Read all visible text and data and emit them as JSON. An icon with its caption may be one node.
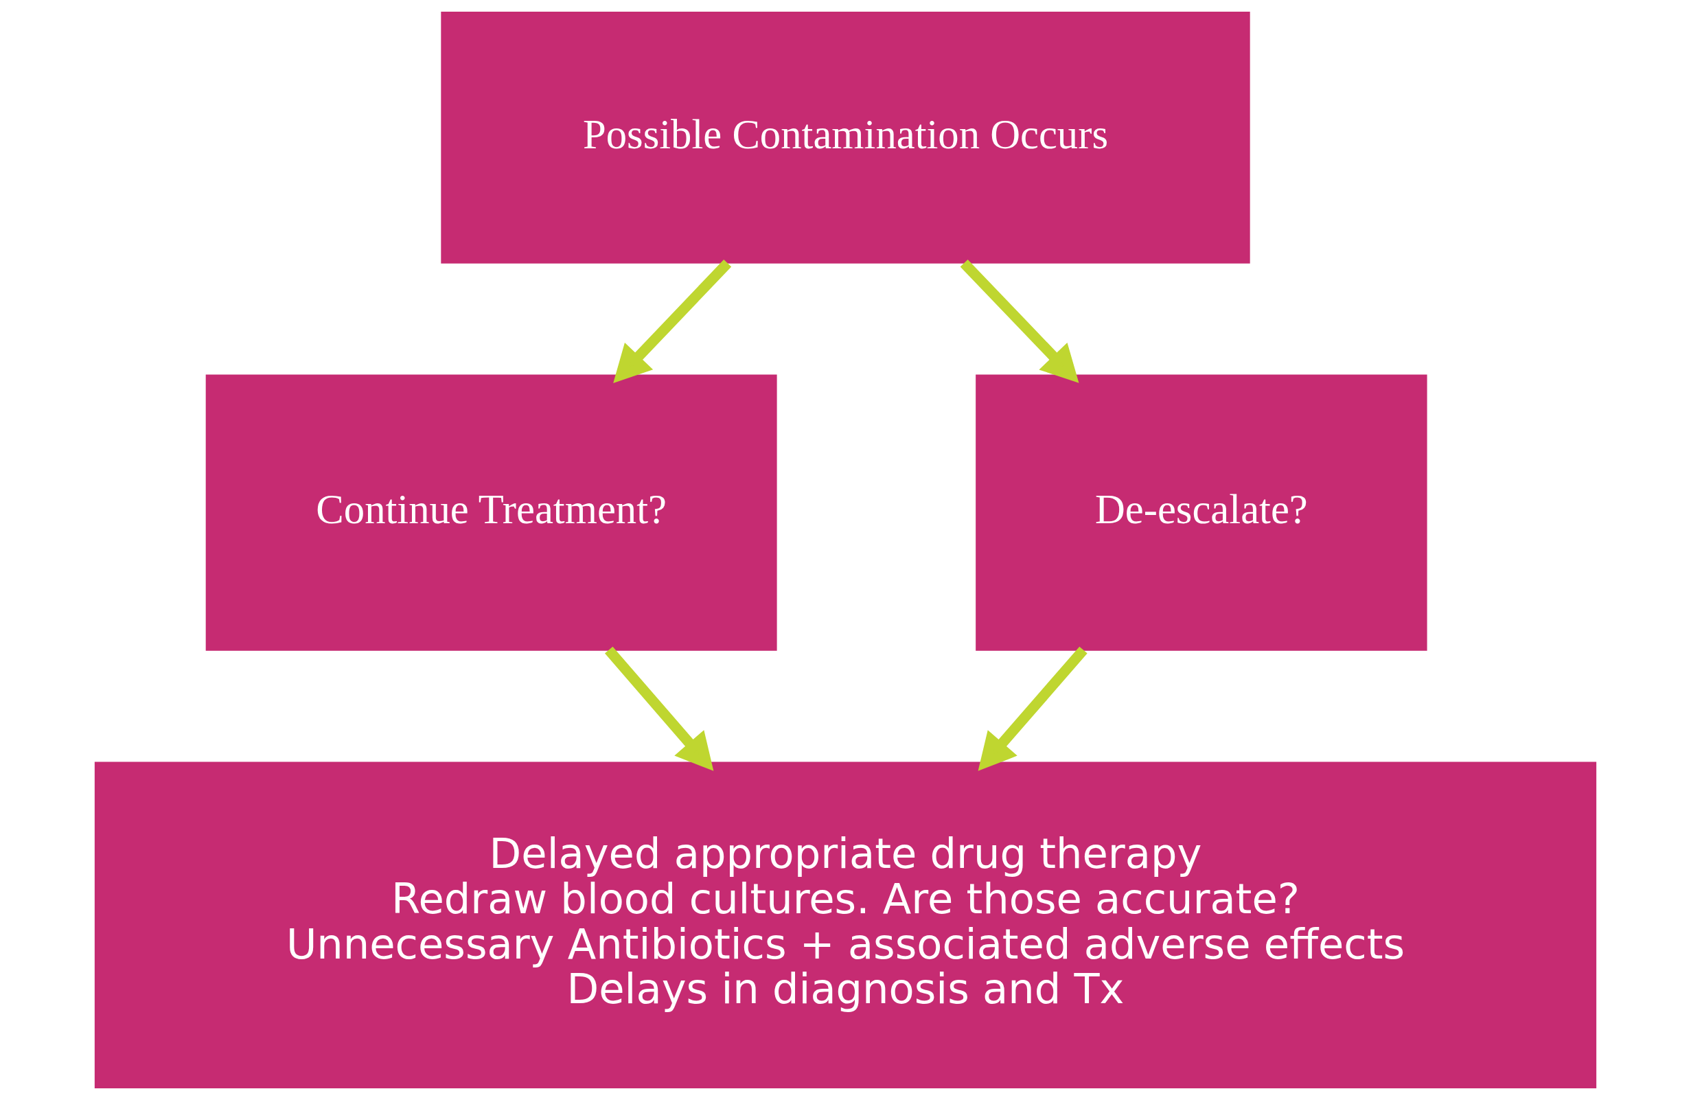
{
  "diagram": {
    "nodes": [
      {
        "text": [
          "Possible Contamination Occurs"
        ]
      },
      {
        "text": [
          "Continue Treatment?"
        ]
      },
      {
        "text": [
          "De-escalate?"
        ]
      },
      {
        "text": [
          "Delayed appropriate drug therapy",
          "Redraw blood cultures. Are those accurate?",
          "Unnecessary Antibiotics + associated adverse effects",
          "Delays in diagnosis and Tx"
        ]
      }
    ],
    "edges": [
      {
        "from": 0,
        "to": 1,
        "arrow": "to"
      },
      {
        "from": 0,
        "to": 2,
        "arrow": "to"
      },
      {
        "from": 1,
        "to": 3,
        "arrow": "to"
      },
      {
        "from": 2,
        "to": 3,
        "arrow": "to"
      }
    ]
  }
}
